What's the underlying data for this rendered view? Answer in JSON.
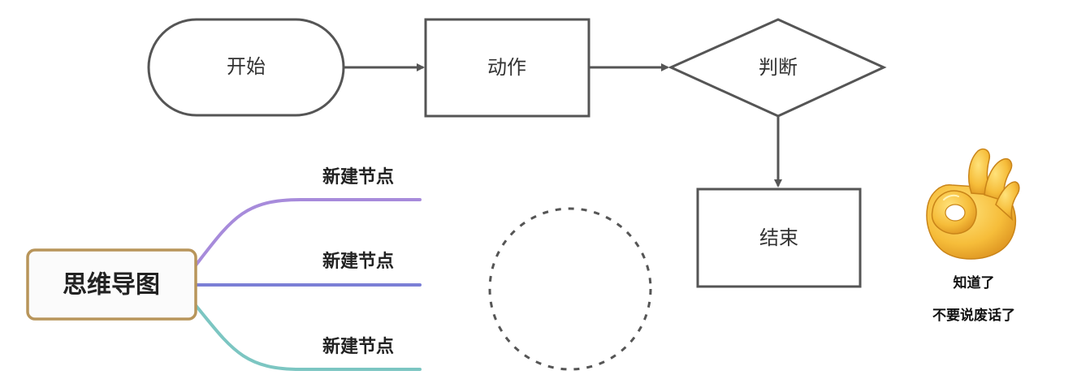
{
  "flowchart": {
    "start_label": "开始",
    "action_label": "动作",
    "decision_label": "判断",
    "end_label": "结束"
  },
  "mindmap": {
    "root_label": "思维导图",
    "branches": [
      {
        "label": "新建节点",
        "color": "#a78bdb"
      },
      {
        "label": "新建节点",
        "color": "#7b7fd6"
      },
      {
        "label": "新建节点",
        "color": "#7cc6c2"
      }
    ],
    "root_border_color": "#b8955a"
  },
  "sticker": {
    "icon": "ok-hand-icon",
    "caption_line1": "知道了",
    "caption_line2": "不要说废话了"
  }
}
